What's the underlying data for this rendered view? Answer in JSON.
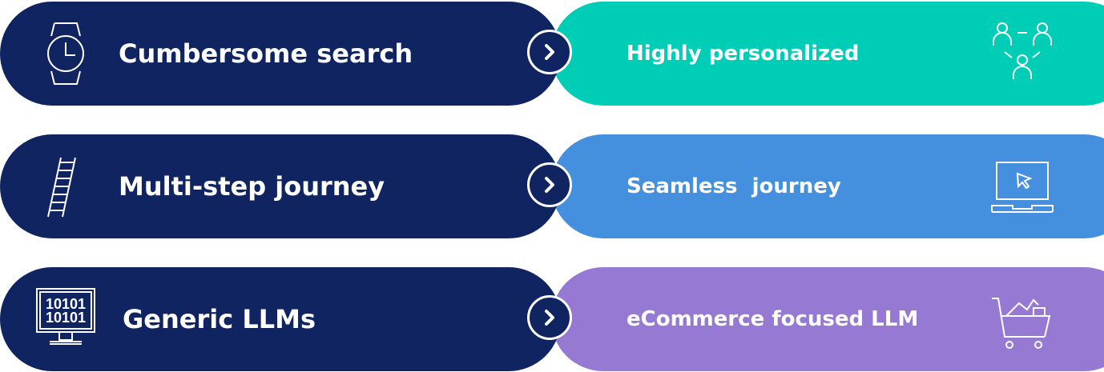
{
  "rows": [
    {
      "left_label": "Cumbersome search",
      "left_icon": "watch-icon",
      "right_label": "Highly personalized",
      "right_icon": "people-network-icon",
      "right_color": "#00cdb5"
    },
    {
      "left_label": "Multi-step journey",
      "left_icon": "ladder-icon",
      "right_label": "Seamless  journey",
      "right_icon": "laptop-cursor-icon",
      "right_color": "#4590de"
    },
    {
      "left_label": "Generic LLMs",
      "left_icon": "binary-monitor-icon",
      "binary_line_1": "10101",
      "binary_line_2": "10101",
      "right_label": "eCommerce focused LLM",
      "right_icon": "shopping-cart-icon",
      "right_color": "#9679d3"
    }
  ],
  "left_color": "#0f2461",
  "arrow_icon": "chevron-right-icon"
}
